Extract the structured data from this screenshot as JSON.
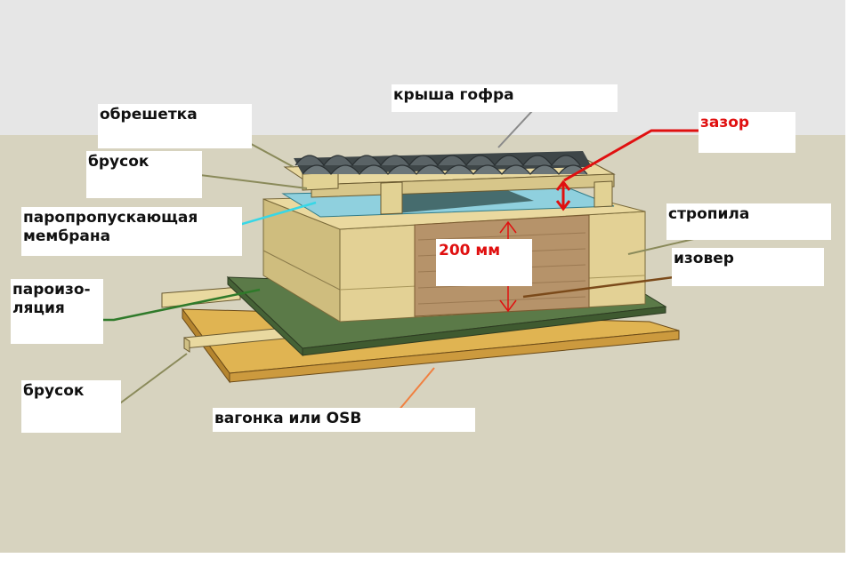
{
  "labels": {
    "roof": "крыша гофра",
    "batten_frame": "обрешетка",
    "bar_top": "брусок",
    "membrane_line1": "паропропускающая",
    "membrane_line2": "мембрана",
    "gap": "зазор",
    "rafters": "стропила",
    "insulation": "изовер",
    "vapor_line1": "пароизо-",
    "vapor_line2": "ляция",
    "bar_bottom": "брусок",
    "lining": "вагонка или OSB"
  },
  "dimension": "200 мм",
  "colors": {
    "sky": "#ffffff",
    "ground": "#d7d3bf",
    "wood": "#e9d9a0",
    "insulation": "#d9c98c",
    "isover_fill": "#b6936a",
    "vapor_barrier": "#4f6b3f",
    "membrane": "#88c8d8",
    "roof_sheet": "#4c5456",
    "board": "#cc9a3e",
    "accent_red": "#e01010",
    "cyan_line": "#37d7e6",
    "green_line": "#2f7a2a",
    "brown_line": "#7b4a1a",
    "orange_line": "#f08040",
    "olive_line": "#8a8a5a"
  }
}
